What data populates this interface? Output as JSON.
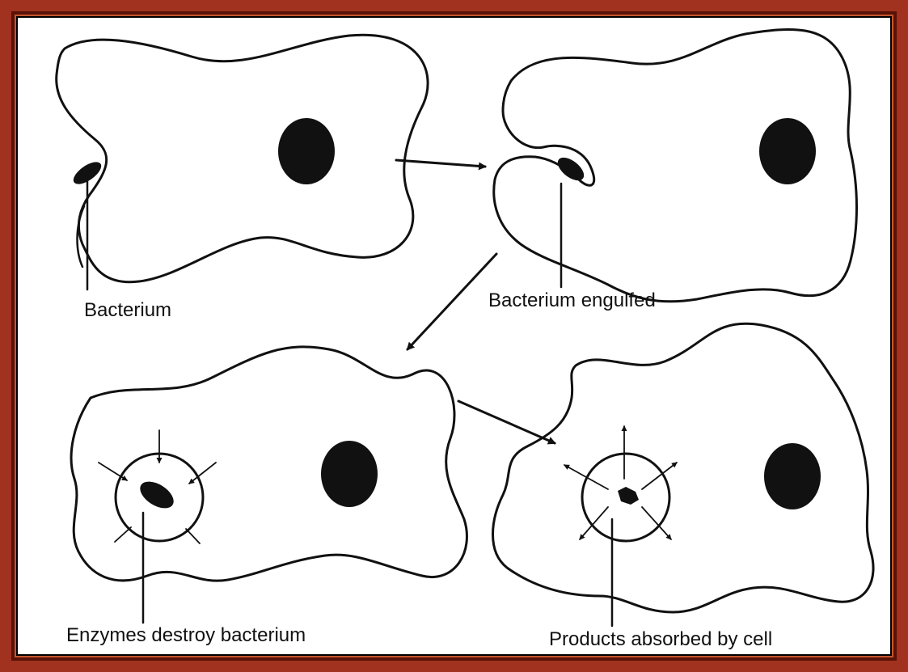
{
  "labels": {
    "bacterium": "Bacterium",
    "engulfed": "Bacterium engulfed",
    "enzymes": "Enzymes destroy bacterium",
    "products": "Products absorbed by cell"
  },
  "colors": {
    "border": "#a0321f",
    "ink": "#111111",
    "background": "#ffffff"
  }
}
